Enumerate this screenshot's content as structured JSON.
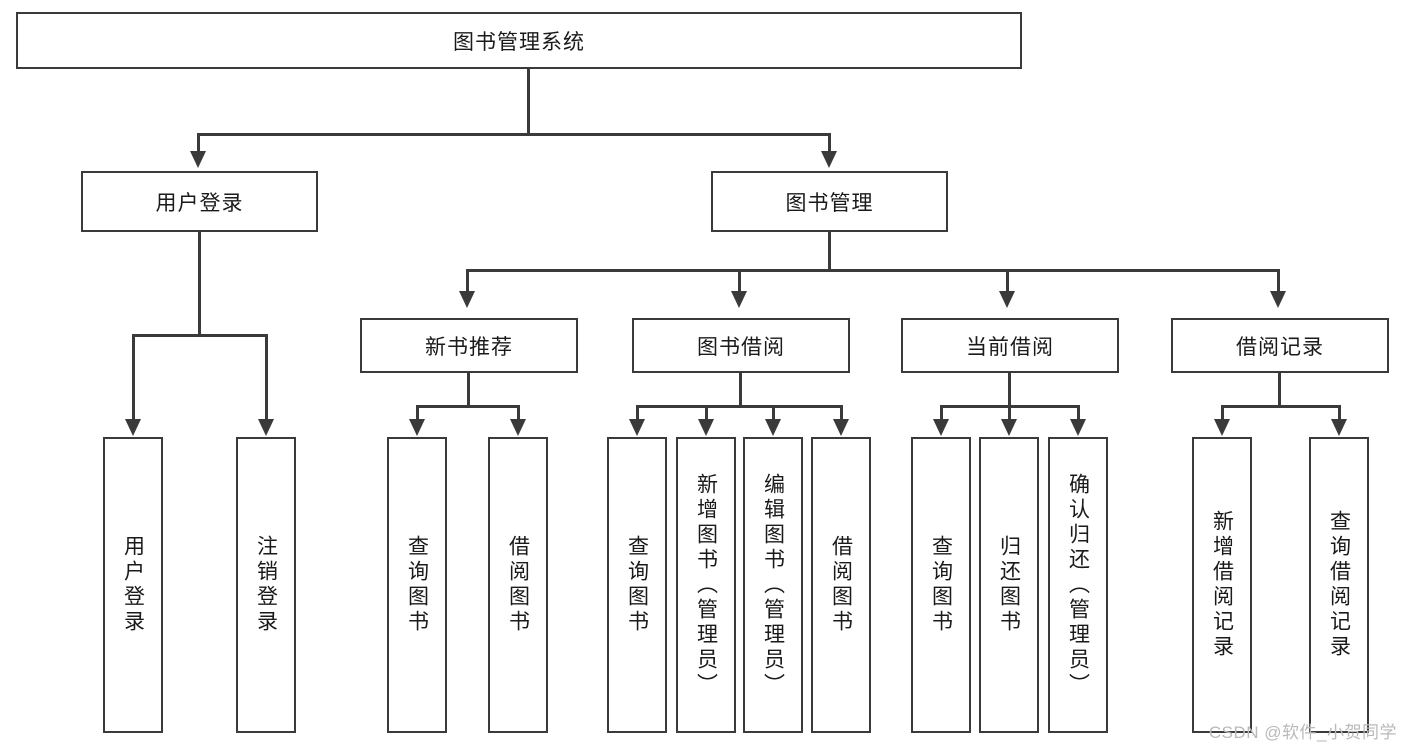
{
  "diagram": {
    "type": "tree-hierarchy-chart",
    "title_node": {
      "id": "root",
      "label": "图书管理系统"
    },
    "level2": [
      {
        "id": "user-login",
        "label": "用户登录"
      },
      {
        "id": "book-manage",
        "label": "图书管理"
      }
    ],
    "level3": [
      {
        "id": "new-book-recommend",
        "label": "新书推荐",
        "parent": "book-manage"
      },
      {
        "id": "book-borrow",
        "label": "图书借阅",
        "parent": "book-manage"
      },
      {
        "id": "current-borrow",
        "label": "当前借阅",
        "parent": "book-manage"
      },
      {
        "id": "borrow-record",
        "label": "借阅记录",
        "parent": "book-manage"
      }
    ],
    "leaves": {
      "user-login": [
        {
          "id": "leaf-user-login",
          "label": "用户登录"
        },
        {
          "id": "leaf-logout",
          "label": "注销登录"
        }
      ],
      "new-book-recommend": [
        {
          "id": "leaf-query-book-1",
          "label": "查询图书"
        },
        {
          "id": "leaf-borrow-book-1",
          "label": "借阅图书"
        }
      ],
      "book-borrow": [
        {
          "id": "leaf-query-book-2",
          "label": "查询图书"
        },
        {
          "id": "leaf-add-book",
          "label": "新增图书（管理员）"
        },
        {
          "id": "leaf-edit-book",
          "label": "编辑图书（管理员）"
        },
        {
          "id": "leaf-borrow-book-2",
          "label": "借阅图书"
        }
      ],
      "current-borrow": [
        {
          "id": "leaf-query-book-3",
          "label": "查询图书"
        },
        {
          "id": "leaf-return-book",
          "label": "归还图书"
        },
        {
          "id": "leaf-confirm-return",
          "label": "确认归还（管理员）"
        }
      ],
      "borrow-record": [
        {
          "id": "leaf-add-record",
          "label": "新增借阅记录"
        },
        {
          "id": "leaf-query-record",
          "label": "查询借阅记录"
        }
      ]
    },
    "colors": {
      "stroke": "#3a3a3a",
      "fill": "#ffffff",
      "text": "#1a1a1a",
      "watermark": "#b9b9b9"
    }
  },
  "watermark": {
    "text": "CSDN @软件_小贺同学"
  }
}
